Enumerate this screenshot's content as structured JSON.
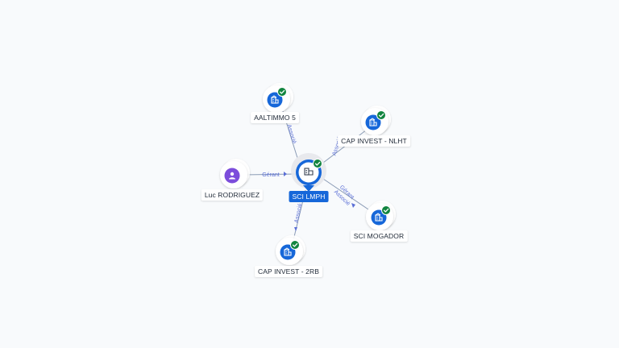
{
  "colors": {
    "company_icon": "#1667d9",
    "person_icon": "#7c4ddb",
    "verified_badge": "#12853f",
    "edge_label": "#5b6fd6",
    "selected_label_bg": "#1667d9"
  },
  "nodes": {
    "center": {
      "label": "SCI LMPH",
      "icon": "building-icon",
      "verified": true
    },
    "aaltimmo": {
      "label": "AALTIMMO 5",
      "icon": "building-icon",
      "verified": true
    },
    "nlht": {
      "label": "CAP INVEST - NLHT",
      "icon": "building-icon",
      "verified": true
    },
    "mogador": {
      "label": "SCI MOGADOR",
      "icon": "building-icon",
      "verified": true
    },
    "cap2rb": {
      "label": "CAP INVEST - 2RB",
      "icon": "building-icon",
      "verified": true
    },
    "luc": {
      "label": "Luc RODRIGUEZ",
      "icon": "person-icon",
      "verified": false
    }
  },
  "edges": {
    "aaltimmo": {
      "label": "Associé"
    },
    "nlht": {
      "label": "Associé"
    },
    "mogador_gerant": {
      "label": "Gérant"
    },
    "mogador_associe": {
      "label": "Associé"
    },
    "cap2rb": {
      "label": "Associé"
    },
    "luc": {
      "label": "Gérant"
    }
  }
}
